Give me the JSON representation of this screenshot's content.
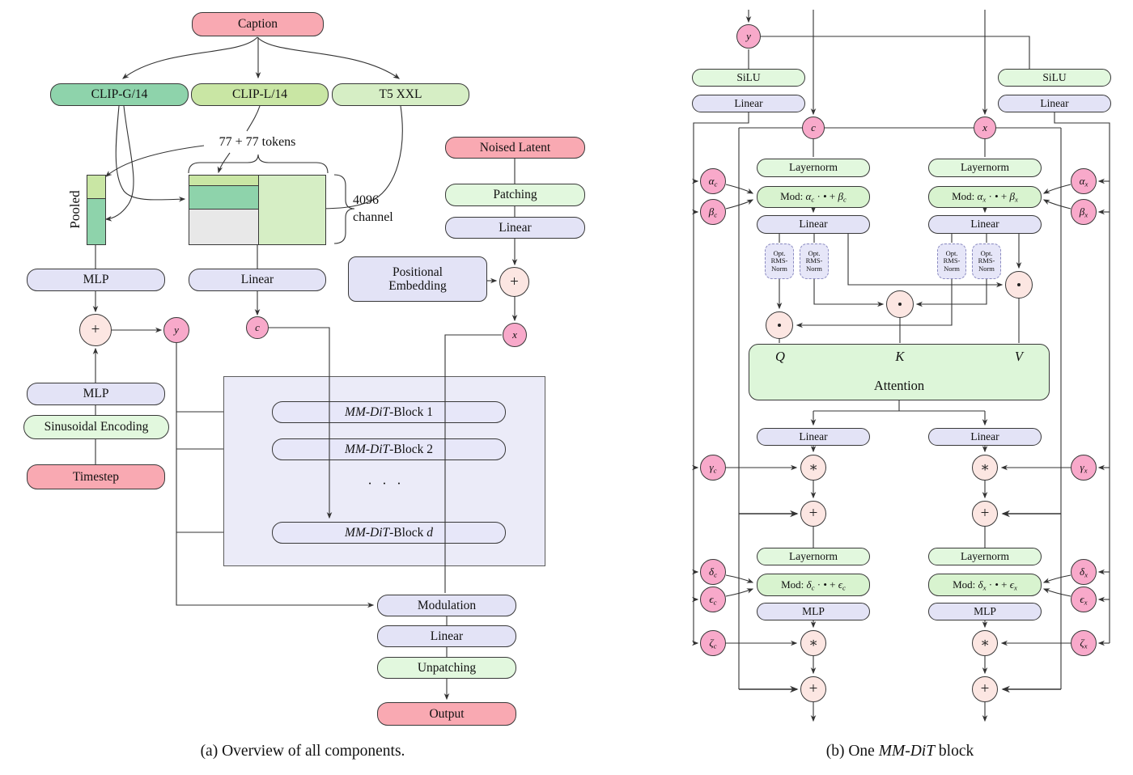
{
  "left": {
    "caption_box": "Caption",
    "encoders": [
      "CLIP-G/14",
      "CLIP-L/14",
      "T5 XXL"
    ],
    "tokens_label": "77 + 77 tokens",
    "channel_label_line1": "4096",
    "channel_label_line2": "channel",
    "pooled_label": "Pooled",
    "noised_latent": "Noised Latent",
    "patching": "Patching",
    "linear_patch": "Linear",
    "pos_embedding_line1": "Positional",
    "pos_embedding_line2": "Embedding",
    "mlp_top": "MLP",
    "linear_ctx": "Linear",
    "plus": "+",
    "vars": {
      "y": "y",
      "c": "c",
      "x": "x"
    },
    "mlp_time": "MLP",
    "sinusoidal": "Sinusoidal Encoding",
    "timestep": "Timestep",
    "blocks": {
      "b1": {
        "it": "MM-DiT",
        "rest": "-Block 1"
      },
      "b2": {
        "it": "MM-DiT",
        "rest": "-Block 2"
      },
      "bd": {
        "it": "MM-DiT",
        "rest": "-Block ",
        "tail": "d"
      }
    },
    "dots": "· · ·",
    "modulation": "Modulation",
    "linear_out": "Linear",
    "unpatching": "Unpatching",
    "output": "Output",
    "caption_text": "(a) Overview of all components."
  },
  "right": {
    "vars": {
      "y": "y",
      "c": "c",
      "x": "x"
    },
    "silu": "SiLU",
    "linear_cond": "Linear",
    "layernorm": "Layernorm",
    "mod1_left": {
      "pre": "Mod: ",
      "v1": "α",
      "s1": "c",
      "mid": " · • + ",
      "v2": "β",
      "s2": "c"
    },
    "mod1_right": {
      "pre": "Mod: ",
      "v1": "α",
      "s1": "x",
      "mid": " · • + ",
      "v2": "β",
      "s2": "x"
    },
    "mod2_left": {
      "pre": "Mod: ",
      "v1": "δ",
      "s1": "c",
      "mid": " · • + ",
      "v2": "ϵ",
      "s2": "c"
    },
    "mod2_right": {
      "pre": "Mod: ",
      "v1": "δ",
      "s1": "x",
      "mid": " · • + ",
      "v2": "ϵ",
      "s2": "x"
    },
    "linear_qkv": "Linear",
    "rms": {
      "l1": "Opt.",
      "l2": "RMS-",
      "l3": "Norm"
    },
    "attention": {
      "q": "Q",
      "k": "K",
      "v": "V",
      "label": "Attention"
    },
    "linear_proj": "Linear",
    "mlp": "MLP",
    "star": "∗",
    "plus": "+",
    "params": {
      "alpha_c": {
        "v": "α",
        "s": "c"
      },
      "beta_c": {
        "v": "β",
        "s": "c"
      },
      "gamma_c": {
        "v": "γ",
        "s": "c"
      },
      "delta_c": {
        "v": "δ",
        "s": "c"
      },
      "eps_c": {
        "v": "ϵ",
        "s": "c"
      },
      "zeta_c": {
        "v": "ζ",
        "s": "c"
      },
      "alpha_x": {
        "v": "α",
        "s": "x"
      },
      "beta_x": {
        "v": "β",
        "s": "x"
      },
      "gamma_x": {
        "v": "γ",
        "s": "x"
      },
      "delta_x": {
        "v": "δ",
        "s": "x"
      },
      "eps_x": {
        "v": "ϵ",
        "s": "x"
      },
      "zeta_x": {
        "v": "ζ",
        "s": "x"
      }
    },
    "caption_text": {
      "p1": "(b) One ",
      "it": "MM-DiT",
      "p2": " block"
    }
  }
}
